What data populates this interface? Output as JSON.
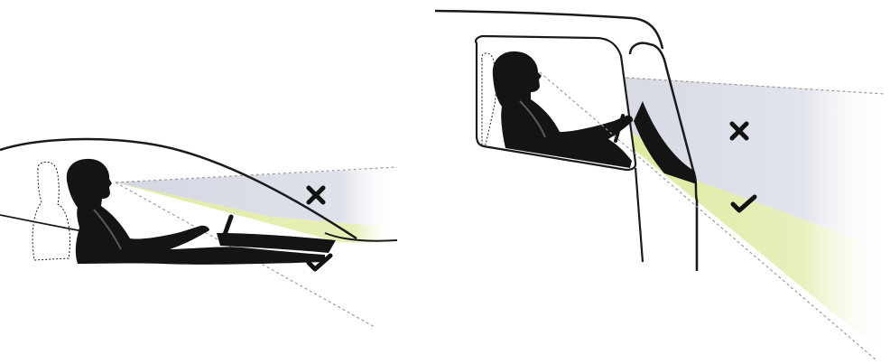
{
  "colors": {
    "silhouette": "#141414",
    "outline": "#1a1a1a",
    "blocked_zone": "#d9dbe5",
    "visible_zone": "#e3eca6",
    "seat": "#ffffff",
    "dashed_line": "#9a9a9a"
  },
  "panels": [
    {
      "vehicle": "car",
      "markers": [
        {
          "icon": "cross-icon",
          "meaning": "blocked"
        },
        {
          "icon": "check-icon",
          "meaning": "visible"
        }
      ]
    },
    {
      "vehicle": "truck",
      "markers": [
        {
          "icon": "cross-icon",
          "meaning": "blocked"
        },
        {
          "icon": "check-icon",
          "meaning": "visible"
        }
      ]
    }
  ]
}
